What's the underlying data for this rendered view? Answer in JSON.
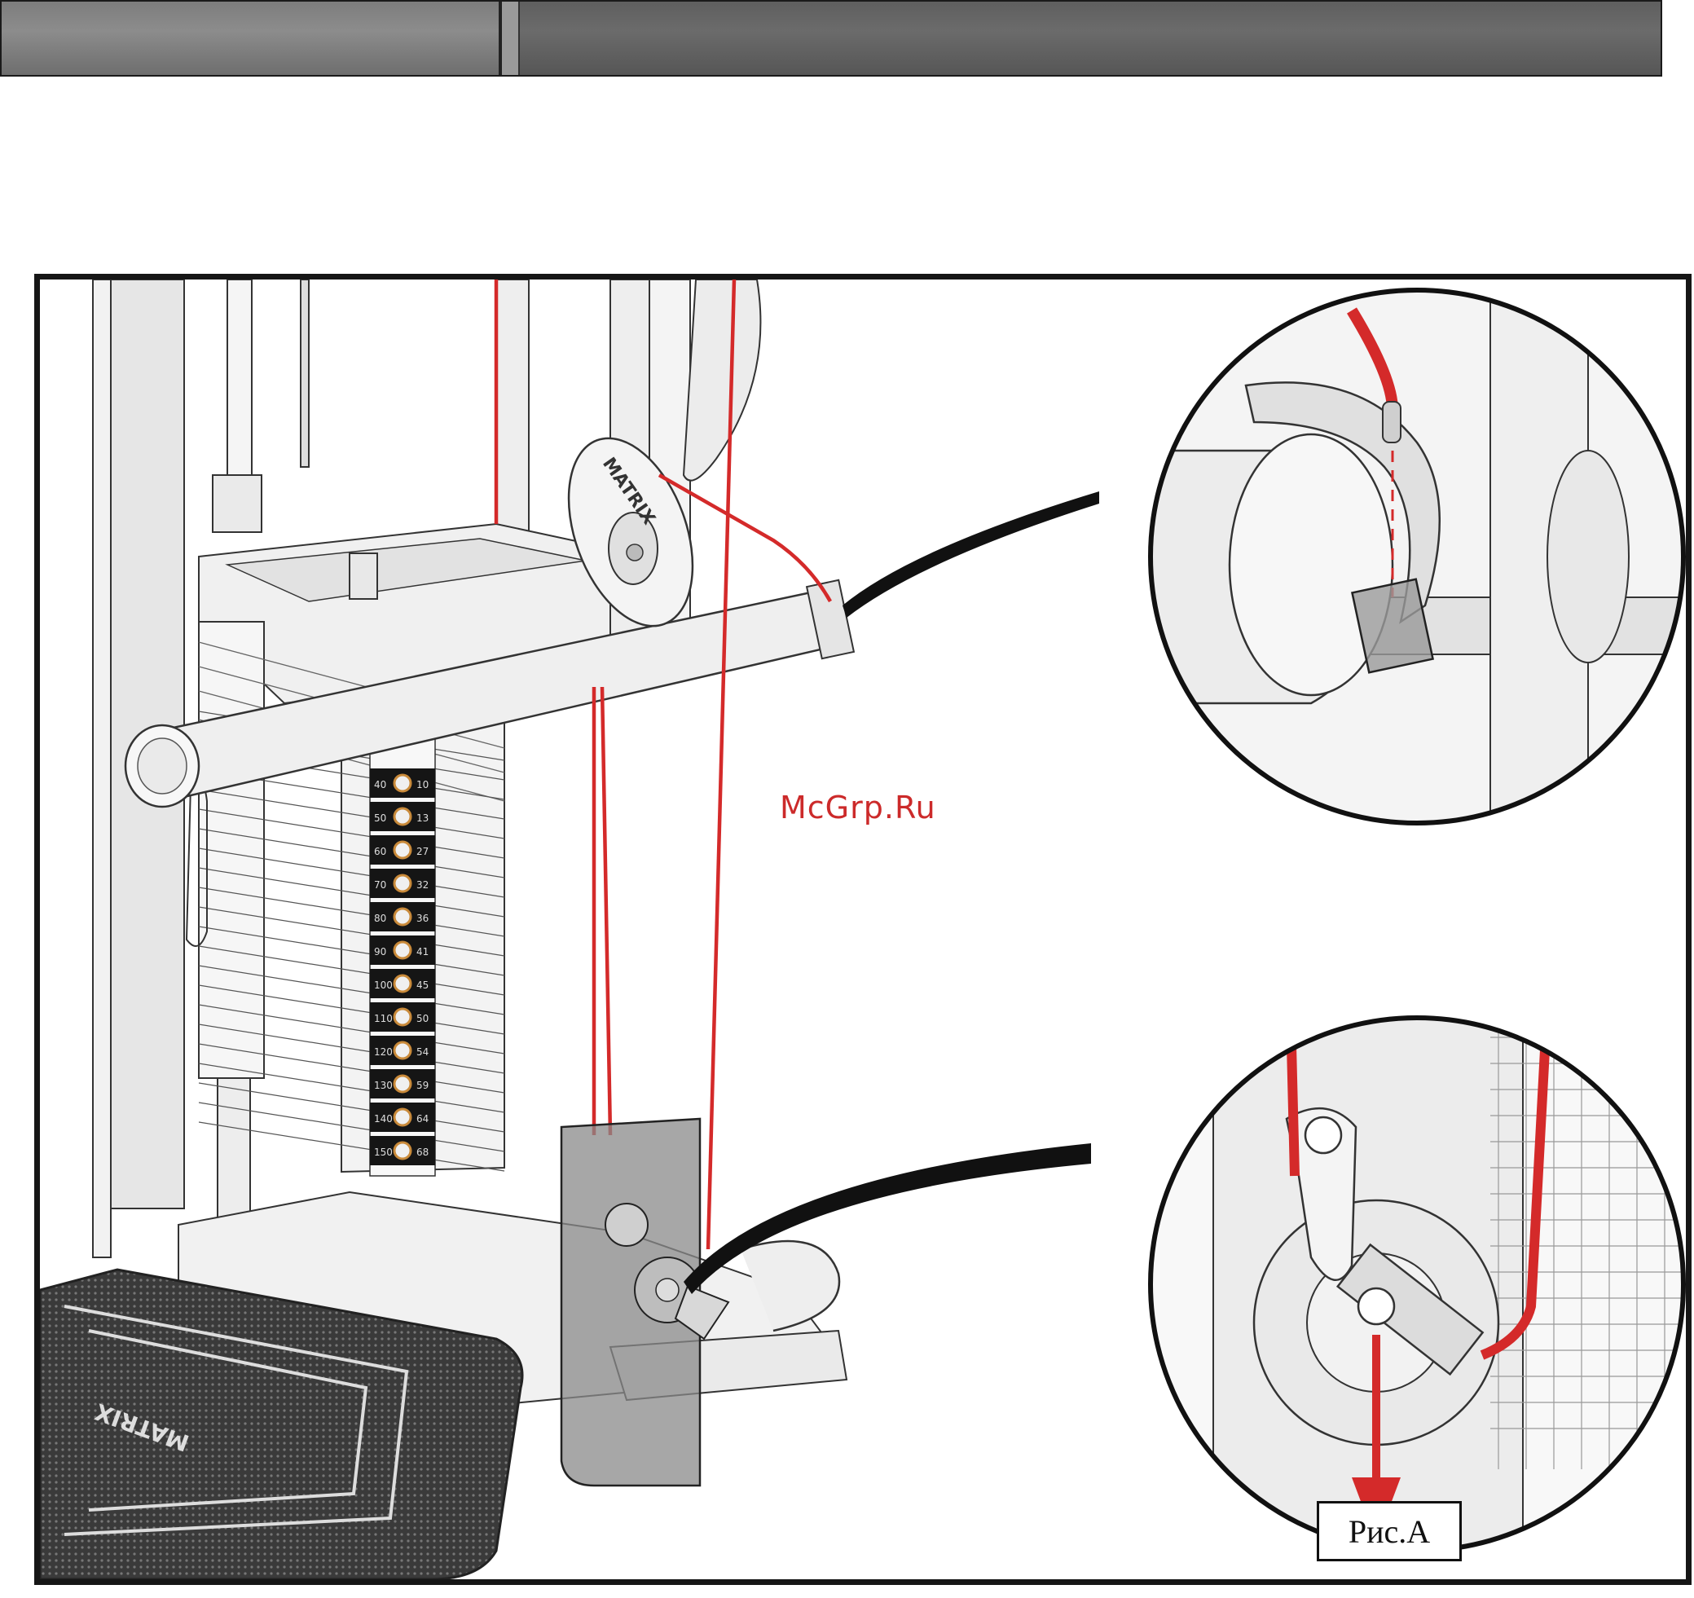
{
  "header": {},
  "diagram": {
    "pulley_brand": "MATRIX",
    "platform_brand": "MATRIX",
    "weight_plate_labels": [
      "40",
      "50",
      "60",
      "70",
      "80",
      "90",
      "100",
      "110",
      "120",
      "130",
      "140",
      "150"
    ],
    "weight_plate_units": [
      "10",
      "13",
      "27",
      "32",
      "36",
      "41",
      "45",
      "50",
      "54",
      "59",
      "64",
      "68"
    ],
    "detail_callouts": [
      "cable-end-clip-detail",
      "lower-pulley-detail"
    ],
    "colors": {
      "cable": "#d42a2a",
      "frame": "#161616",
      "shroud": "#8a8a8a",
      "header_dark": "#5f5f5f"
    }
  },
  "watermark": "McGrp.Ru",
  "figure_label": "Рис.А"
}
